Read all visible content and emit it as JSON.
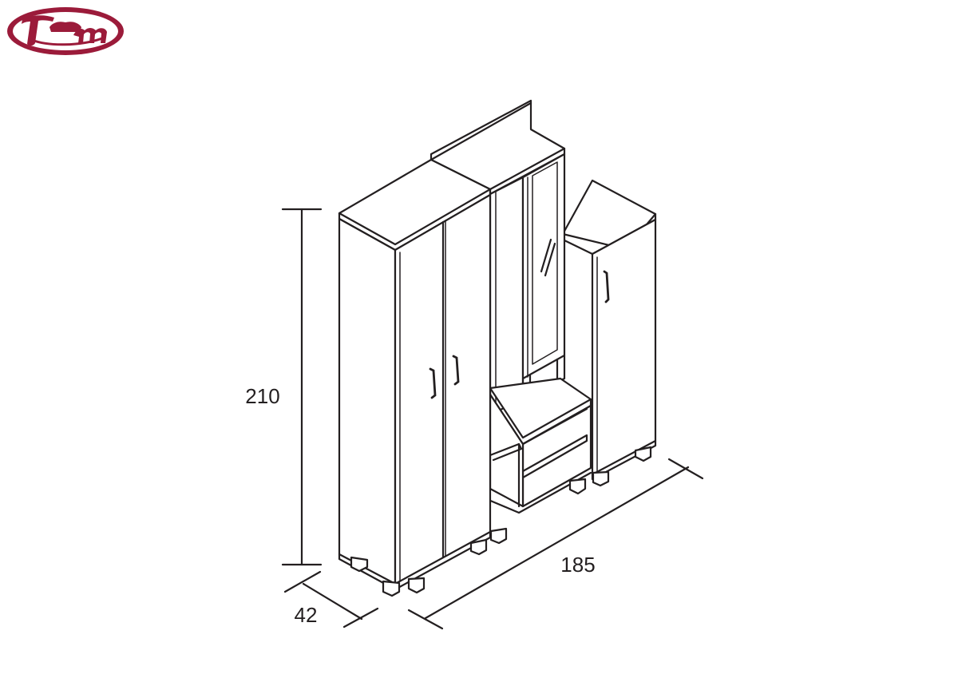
{
  "brand": {
    "logo_text": "TM",
    "logo_color": "#9b1b3a"
  },
  "drawing": {
    "subject": "hallway-wardrobe",
    "line_color": "#231f20"
  },
  "dimensions": {
    "height": "210",
    "width": "185",
    "depth": "42"
  }
}
